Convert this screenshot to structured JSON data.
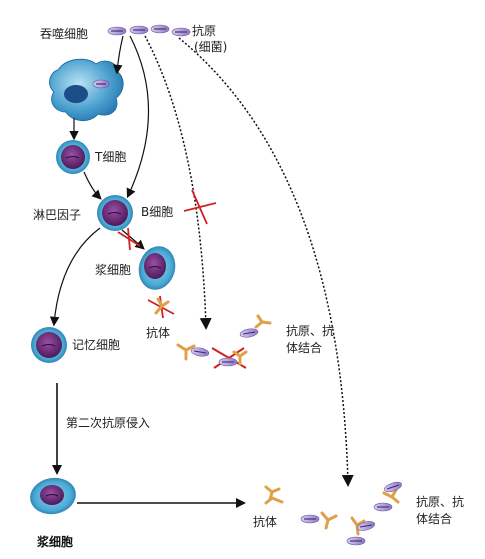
{
  "labels": {
    "phagocyte": "吞噬细胞",
    "antigen_line1": "抗原",
    "antigen_line2": "(细菌)",
    "t_cell": "T细胞",
    "lymphokine": "淋巴因子",
    "b_cell": "B细胞",
    "plasma_cell": "浆细胞",
    "antibody": "抗体",
    "complex_line1": "抗原、抗",
    "complex_line2": "体结合",
    "memory_cell": "记忆细胞",
    "second_invasion": "第二次抗原侵入",
    "plasma_cell_bottom": "浆细胞",
    "antibody_bottom": "抗体",
    "complex_bottom_line1": "抗原、抗",
    "complex_bottom_line2": "体结合"
  },
  "colors": {
    "cell_outer": "#5ab6d8",
    "cell_inner": "#6a2a72",
    "phagocyte": "#3a8fc4",
    "antigen_body": "#b7a3d6",
    "antigen_core": "#3d2a6e",
    "antibody": "#e0a048",
    "cross": "#d42020",
    "arrow": "#111111"
  },
  "icons": {
    "cell": "round-cell-icon",
    "phagocyte": "amoeboid-cell-icon",
    "antigen": "oval-bacterium-icon",
    "antibody": "y-shaped-antibody-icon",
    "blocked": "red-cross-icon"
  }
}
